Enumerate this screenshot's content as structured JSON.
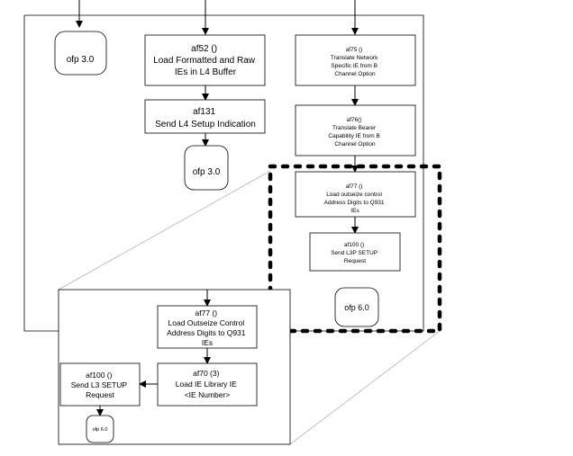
{
  "nodes": {
    "ofp_top_left": {
      "lines": [
        "ofp 3.0"
      ]
    },
    "af52": {
      "lines": [
        "af52 ()",
        "Load Formatted and Raw",
        "IEs in L4 Buffer"
      ]
    },
    "af131": {
      "lines": [
        "af131",
        "Send L4 Setup Indication"
      ]
    },
    "ofp_mid": {
      "lines": [
        "ofp 3.0"
      ]
    },
    "af75": {
      "lines": [
        "af75 ()",
        "Translate Network",
        "Specific  IE from B",
        "Channel Option"
      ]
    },
    "af76": {
      "lines": [
        "af76()",
        "Translate Bearer",
        "Capability IE from B",
        "Channel Option"
      ]
    },
    "af77_small": {
      "lines": [
        "af77 ()",
        "Load outseize control",
        "Address Digits to Q931",
        "IEs"
      ]
    },
    "af100_small": {
      "lines": [
        "af100 ()",
        "Send L3P SETUP",
        "Request"
      ]
    },
    "ofp6_right": {
      "lines": [
        "ofp 6.0"
      ]
    },
    "af77_zoom": {
      "lines": [
        "af77 ()",
        "Load Outseize Control",
        "Address Digits to Q931",
        "IEs"
      ]
    },
    "af70": {
      "lines": [
        "af70 (3)",
        "Load IE Library IE",
        "<IE Number>"
      ]
    },
    "af100_zoom": {
      "lines": [
        "af100 ()",
        "Send L3 SETUP",
        "Request"
      ]
    },
    "ofp6_zoom": {
      "lines": [
        "ofp 6.0"
      ]
    }
  },
  "colors": {
    "line": "#000000",
    "zoom_guide": "#b5b5b5",
    "background": "#ffffff"
  }
}
